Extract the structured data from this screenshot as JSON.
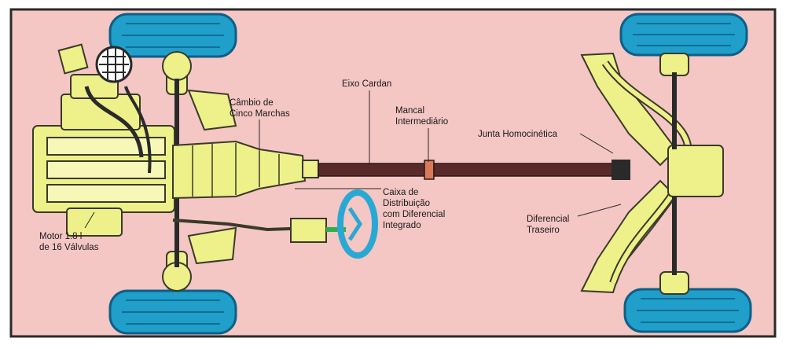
{
  "labels": {
    "cambio": [
      "Câmbio de",
      "Cinco Marchas"
    ],
    "eixo": [
      "Eixo Cardan"
    ],
    "mancal": [
      "Mancal",
      "Intermediário"
    ],
    "junta": [
      "Junta Homocinética"
    ],
    "caixa": [
      "Caixa de",
      "Distribuição",
      "com Diferencial",
      "Integrado"
    ],
    "diferencial": [
      "Diferencial",
      "Traseiro"
    ],
    "motor": [
      "Motor 1.8 l",
      "de 16 Válvulas"
    ]
  },
  "colors": {
    "background": "#f4c6c4",
    "frame": "#2a2a2a",
    "tire": "#1f9fc9",
    "tire_dark": "#0f5e86",
    "metal": "#eef08a",
    "metal_outline": "#3a3a2a",
    "shaft": "#5a2a2a",
    "wheel": "#2aa8d4"
  }
}
